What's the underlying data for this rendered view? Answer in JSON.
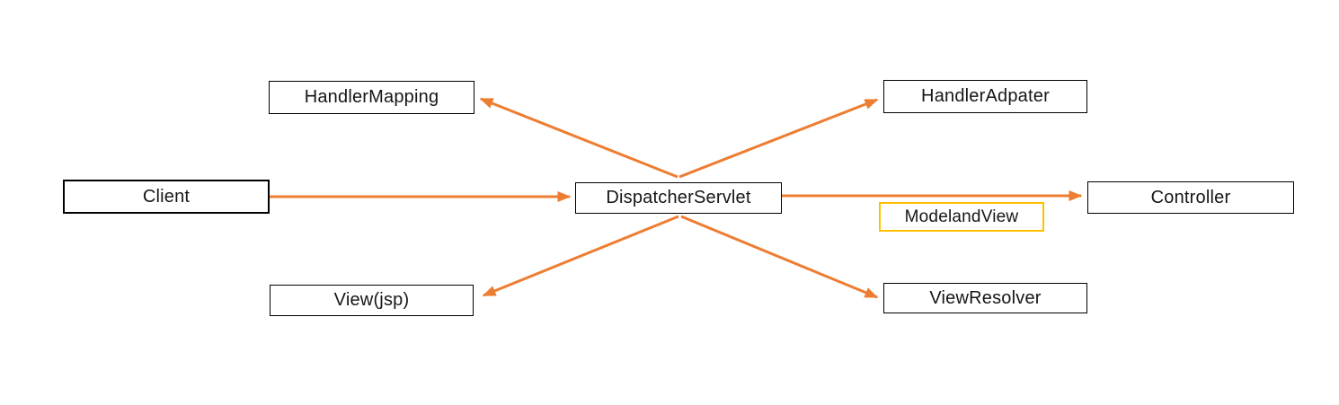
{
  "diagram": {
    "description": "Spring MVC DispatcherServlet flow diagram",
    "colors": {
      "arrow": "#ED7D31",
      "box_border": "#000000",
      "highlight_box_border": "#FFC000",
      "text": "#161616",
      "background": "#FFFFFF"
    },
    "nodes": {
      "client": {
        "label": "Client"
      },
      "dispatcher_servlet": {
        "label": "DispatcherServlet"
      },
      "handler_mapping": {
        "label": "HandlerMapping"
      },
      "handler_adpater": {
        "label": "HandlerAdpater"
      },
      "controller": {
        "label": "Controller"
      },
      "modeland_view": {
        "label": "ModelandView"
      },
      "view_jsp": {
        "label": "View(jsp)"
      },
      "view_resolver": {
        "label": "ViewResolver"
      }
    },
    "edges": [
      {
        "from": "Client",
        "to": "DispatcherServlet"
      },
      {
        "from": "DispatcherServlet",
        "to": "HandlerMapping"
      },
      {
        "from": "DispatcherServlet",
        "to": "HandlerAdpater"
      },
      {
        "from": "DispatcherServlet",
        "to": "Controller"
      },
      {
        "from": "DispatcherServlet",
        "to": "View(jsp)"
      },
      {
        "from": "DispatcherServlet",
        "to": "ViewResolver"
      }
    ]
  }
}
